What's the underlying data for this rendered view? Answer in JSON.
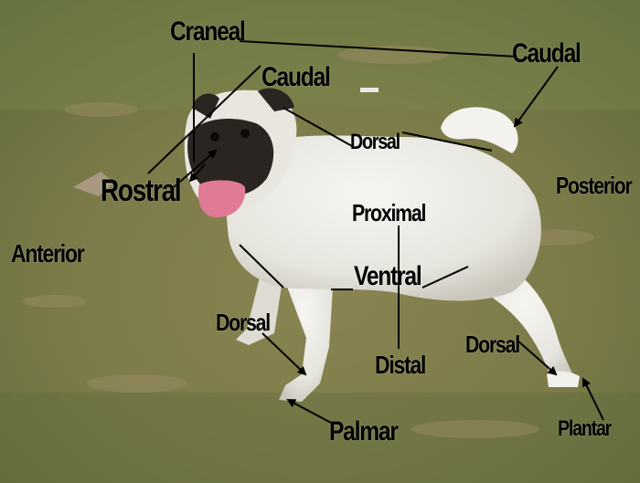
{
  "colors": {
    "grass": "#7d7a4a",
    "dog_coat": "#ecebe6",
    "dog_mask": "#2b2522",
    "tongue": "#e07a95",
    "label_text": "#000000",
    "leader_line": "#000000"
  },
  "labels": {
    "craneal": "Craneal",
    "caudal_top": "Caudal",
    "caudal_head": "Caudal",
    "rostral": "Rostral",
    "dorsal_back": "Dorsal",
    "posterior": "Posterior",
    "anterior": "Anterior",
    "proximal": "Proximal",
    "ventral": "Ventral",
    "distal": "Distal",
    "dorsal_front": "Dorsal",
    "dorsal_hind": "Dorsal",
    "palmar": "Palmar",
    "plantar": "Plantar"
  }
}
